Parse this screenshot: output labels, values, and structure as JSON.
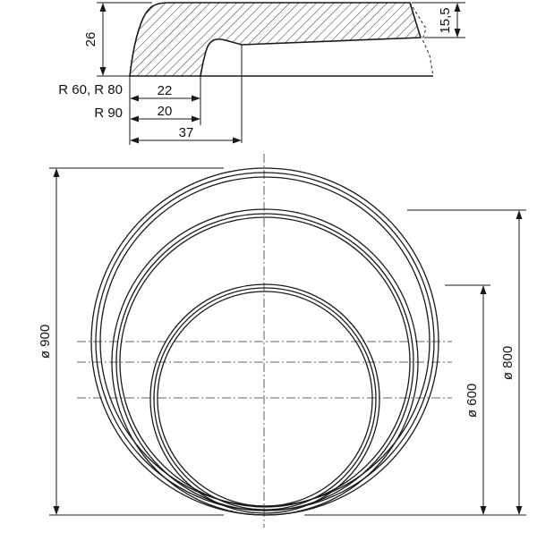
{
  "profile": {
    "height_label": "26",
    "thickness_label": "15,5",
    "radius_labels": [
      "R 60, R 80",
      "R 90"
    ],
    "width_labels": [
      "22",
      "20",
      "37"
    ]
  },
  "diameters": {
    "outer": "ø 900",
    "middle": "ø 800",
    "inner": "ø 600"
  }
}
